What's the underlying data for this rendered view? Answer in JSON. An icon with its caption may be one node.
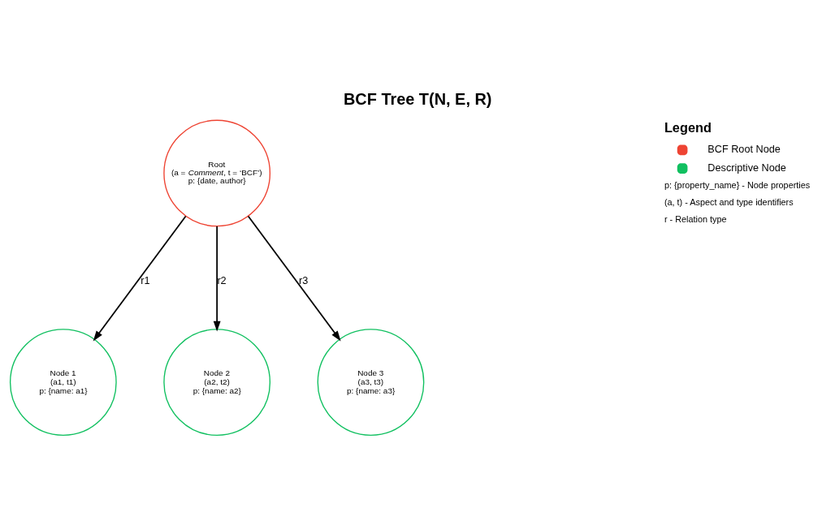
{
  "diagram": {
    "title": "BCF Tree T(N, E, R)",
    "nodes": [
      {
        "text": [
          "Root",
          "(a = *Comment*, t = ‘BCF’)",
          "p: {date, author}"
        ]
      },
      {
        "text": [
          "Node 1",
          "(a1, t1)",
          "p: {name: a1}"
        ]
      },
      {
        "text": [
          "Node 2",
          "(a2, t2)",
          "p: {name: a2}"
        ]
      },
      {
        "text": [
          "Node 3",
          "(a3, t3)",
          "p: {name: a3}"
        ]
      }
    ],
    "edges": [
      {
        "from": 0,
        "to": 1,
        "arrow": "to",
        "label": "r1"
      },
      {
        "from": 0,
        "to": 2,
        "arrow": "to",
        "label": "r2"
      },
      {
        "from": 0,
        "to": 3,
        "arrow": "to",
        "label": "r3"
      }
    ],
    "labels": [
      "Legend",
      "p: {property_name} - Node properties",
      "(a, t) - Aspect and type identifiers",
      "r - Relation type"
    ],
    "legend": [
      {
        "text": "BCF Root Node",
        "color": "#ee4433"
      },
      {
        "text": "Descriptive Node",
        "color": "#11c060"
      }
    ]
  }
}
